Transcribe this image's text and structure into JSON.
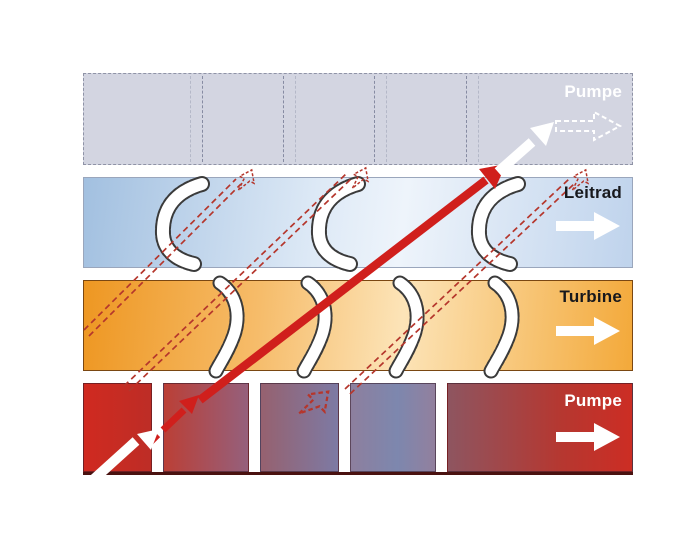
{
  "figure": {
    "description": "Hydrodynamic torque converter flow diagram with four blade rows",
    "rows": [
      {
        "label": "Pumpe",
        "role": "pump-top",
        "label_color": "#ffffff",
        "flow_arrow": "dashed-outline-right-arrow",
        "band_style": "light-gray-dashed"
      },
      {
        "label": "Leitrad",
        "role": "stator",
        "label_color": "#17181c",
        "flow_arrow": "solid-white-right-arrow",
        "band_style": "blue-gradient"
      },
      {
        "label": "Turbine",
        "role": "turbine",
        "label_color": "#17181c",
        "flow_arrow": "solid-white-right-arrow",
        "band_style": "orange-gradient"
      },
      {
        "label": "Pumpe",
        "role": "pump-bottom",
        "label_color": "#ffffff",
        "flow_arrow": "solid-white-right-arrow",
        "band_style": "red-segmented"
      }
    ],
    "flow_markers": {
      "main_flow": "thick-red-diagonal-arrow",
      "secondary_flow": "double-dashed-red-diagonal-lines-with-dashed-arrowheads",
      "entry_flow": "white-diagonal-arrows"
    },
    "colors": {
      "accent_red": "#d01f1c",
      "dashed_red": "#b5362c",
      "band_gray": "#d3d5e1",
      "band_blue": "#a2c0e0",
      "band_orange": "#ee9722",
      "band_red": "#cc2d24",
      "white": "#ffffff"
    }
  }
}
